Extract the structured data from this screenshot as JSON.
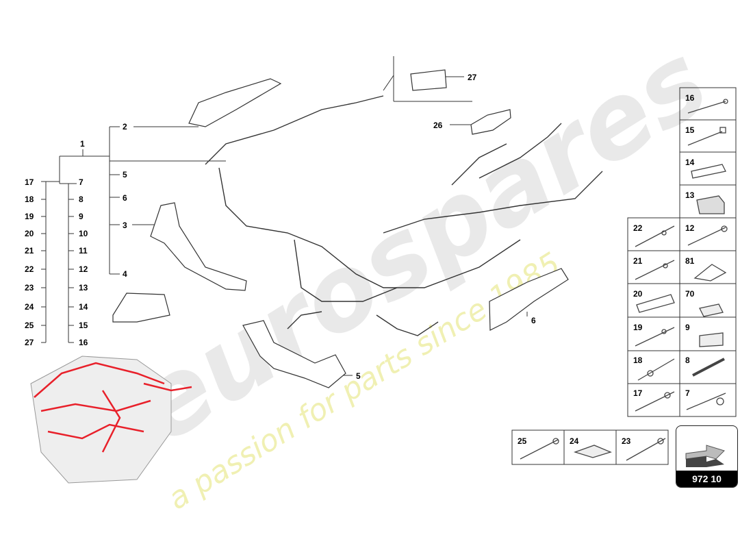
{
  "diagram": {
    "assembly_callout": "1",
    "left_column_a": [
      "17",
      "18",
      "19",
      "20",
      "21",
      "22",
      "23",
      "24",
      "25",
      "27"
    ],
    "left_column_b": [
      "7",
      "8",
      "9",
      "10",
      "11",
      "12",
      "13",
      "14",
      "15",
      "16"
    ],
    "branch_callouts": [
      "2",
      "5",
      "6",
      "3",
      "4"
    ],
    "part_callouts": {
      "p2": "2",
      "p3": "3",
      "p4": "4",
      "p5": "5",
      "p6": "6",
      "p26": "26",
      "p27": "27"
    }
  },
  "parts_grid": {
    "right_column": [
      "16",
      "15",
      "14",
      "13",
      "12",
      "81",
      "70",
      "9",
      "8",
      "7"
    ],
    "left_column": [
      "22",
      "21",
      "20",
      "19",
      "18",
      "17"
    ],
    "bottom_row": [
      "25",
      "24",
      "23"
    ]
  },
  "reference": {
    "number": "972 10"
  },
  "watermark": {
    "brand": "eurospares",
    "tagline": "a passion for parts since 1985"
  },
  "colors": {
    "highlight": "#e8202a",
    "line": "#333333",
    "watermark_gray": "#d8d8d8",
    "watermark_yellow": "#ecec9a"
  }
}
